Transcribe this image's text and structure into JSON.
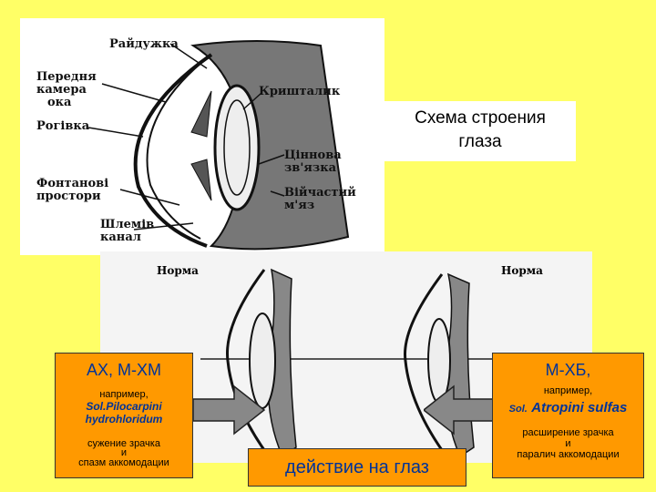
{
  "title": {
    "line1": "Схема строения",
    "line2": "глаза"
  },
  "top_labels": {
    "iris": "Райдужка",
    "anterior_chamber_1": "Передня",
    "anterior_chamber_2": "камера",
    "anterior_chamber_3": "ока",
    "cornea": "Рогівка",
    "fontana_1": "Фонтанові",
    "fontana_2": "простори",
    "schlemm_1": "Шлемів",
    "schlemm_2": "канал",
    "lens": "Кришталик",
    "zinn_1": "Ціннова",
    "zinn_2": "зв'язка",
    "ciliary_1": "Війчастий",
    "ciliary_2": "м'яз"
  },
  "bottom_labels": {
    "norm_left": "Норма",
    "norm_right": "Норма"
  },
  "left_box": {
    "heading": "АХ,  М-ХМ",
    "example": "например,",
    "drug_1": "Sol.Pilocarpini",
    "drug_2": "hydrohloridum",
    "effect_1": "сужение зрачка",
    "effect_2": "и",
    "effect_3": "спазм аккомодации"
  },
  "right_box": {
    "heading": "М-ХБ,",
    "example": "например,",
    "drug_prefix": "Sol.",
    "drug_main": "Atropini sulfas",
    "effect_1": "расширение зрачка",
    "effect_2": "и",
    "effect_3": "паралич аккомодации"
  },
  "action": "действие  на  глаз",
  "colors": {
    "background": "#ffff66",
    "box": "#ff9900",
    "accent_text": "#003399"
  }
}
